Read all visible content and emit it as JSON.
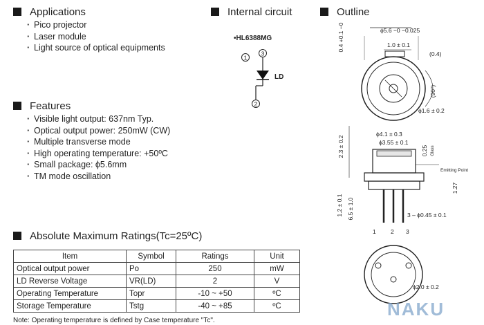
{
  "applications": {
    "heading": "Applications",
    "items": [
      "Pico projector",
      "Laser module",
      "Light source of optical equipments"
    ]
  },
  "features": {
    "heading": "Features",
    "items": [
      "Visible light output: 637nm Typ.",
      "Optical output power: 250mW (CW)",
      "Multiple transverse mode",
      "High operating temperature: +50ºC",
      "Small package: ϕ5.6mm",
      "TM mode oscillation"
    ]
  },
  "internal_circuit": {
    "heading": "Internal circuit",
    "model": "•HL6388MG",
    "pin1": "1",
    "pin2": "2",
    "pin3": "3",
    "ld_label": "LD"
  },
  "outline": {
    "heading": "Outline",
    "dim_top_thickness": "0.4 +0.1 −0",
    "dim_diameter": "ϕ5.6 −0 −0.025",
    "dim_cap_width": "1.0 ± 0.1",
    "dim_offset": "(0.4)",
    "dim_angle": "(90°)",
    "dim_pin_circle": "ϕ1.6 ± 0.2",
    "dim_height": "2.3 ± 0.2",
    "dim_body": "ϕ4.1 ± 0.3",
    "dim_window": "ϕ3.55 ± 0.1",
    "dim_glass_thk": "0.25",
    "glass_label": "Glass",
    "emitting_label": "Emitting Point",
    "dim_emit_height": "1.27",
    "dim_lead_length": "6.5 ± 1.0",
    "dim_stem": "1.2 ± 0.1",
    "dim_leads": "3 – ϕ0.45 ± 0.1",
    "pin_labels": [
      "1",
      "2",
      "3"
    ],
    "dim_bottom_circle": "ϕ2.0 ± 0.2"
  },
  "ratings": {
    "heading": "Absolute Maximum Ratings(Tc=25ºC)",
    "columns": [
      "Item",
      "Symbol",
      "Ratings",
      "Unit"
    ],
    "rows": [
      {
        "item": "Optical output power",
        "symbol": "Po",
        "rating": "250",
        "unit": "mW"
      },
      {
        "item": "LD Reverse Voltage",
        "symbol": "VR(LD)",
        "rating": "2",
        "unit": "V"
      },
      {
        "item": "Operating Temperature",
        "symbol": "Topr",
        "rating": "-10 ~ +50",
        "unit": "ºC"
      },
      {
        "item": "Storage Temperature",
        "symbol": "Tstg",
        "rating": "-40 ~ +85",
        "unit": "ºC"
      }
    ],
    "note": "Note: Operating temperature is defined by Case temperature \"Tc\"."
  },
  "watermark": "NAKU"
}
